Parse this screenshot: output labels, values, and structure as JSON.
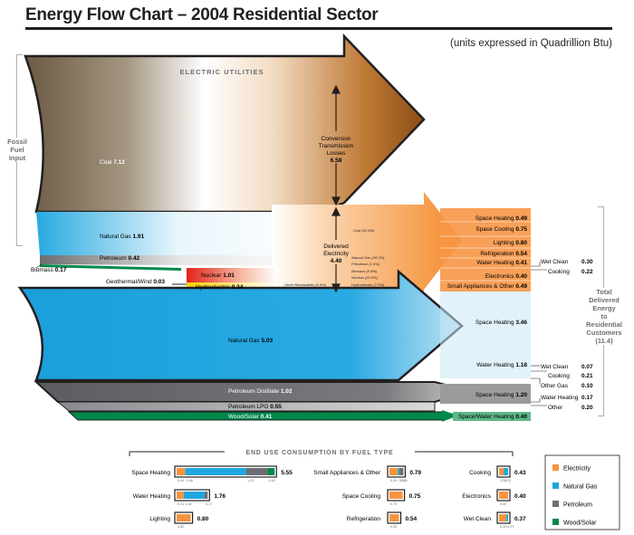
{
  "title": "Energy Flow Chart – 2004 Residential Sector",
  "units_note": "(units expressed in Quadrillion Btu)",
  "left_label": [
    "Fossil",
    "Fuel",
    "Input"
  ],
  "right_label": [
    "Total",
    "Delivered",
    "Energy",
    "to",
    "Residential",
    "Customers",
    "(11.4)"
  ],
  "electric_utilities": "ELECTRIC UTILITIES",
  "conversion": {
    "lines": [
      "Conversion",
      "Transmission",
      "Losses"
    ],
    "value": "6.58"
  },
  "delivered": {
    "lines": [
      "Delivered",
      "Electricity"
    ],
    "value": "4.40"
  },
  "inputs": {
    "coal": {
      "label": "Coal",
      "value": "7.12"
    },
    "natural_gas_util": {
      "label": "Natural Gas",
      "value": "1.91"
    },
    "petroleum_util": {
      "label": "Petroleum",
      "value": "0.42"
    },
    "biomass": {
      "label": "Biomass",
      "value": "0.17"
    },
    "geothermal": {
      "label": "Geothermal/Wind",
      "value": "0.03"
    },
    "nuclear": {
      "label": "Nuclear",
      "value": "1.01"
    },
    "hydro": {
      "label": "Hydroelectric",
      "value": "0.34"
    },
    "natural_gas": {
      "label": "Natural Gas",
      "value": "5.03"
    },
    "pet_distillate": {
      "label": "Petroleum Distillate",
      "value": "1.02"
    },
    "pet_lpg": {
      "label": "Petroleum LPG",
      "value": "0.55"
    },
    "wood_solar": {
      "label": "Wood/Solar",
      "value": "0.41"
    }
  },
  "shares": [
    "Coal (51.4%)",
    "Natural Gas (18.2%)",
    "Petroleum (1.5%)",
    "Biomass (0.8%)",
    "Nuclear (20.9%)",
    "Other Renewables (0.6%)",
    "Hydroelectric (7.0%)"
  ],
  "elec_uses": [
    {
      "label": "Space Heating",
      "value": "0.49"
    },
    {
      "label": "Space Cooling",
      "value": "0.75"
    },
    {
      "label": "Lighting",
      "value": "0.80"
    },
    {
      "label": "Refrigeration",
      "value": "0.54"
    },
    {
      "label": "Water Heating",
      "value": "0.41"
    },
    {
      "label": "Electronics",
      "value": "0.40"
    },
    {
      "label": "Small Appliances & Other",
      "value": "0.49"
    }
  ],
  "elec_side": [
    {
      "label": "Wet Clean",
      "value": "0.30"
    },
    {
      "label": "Cooking",
      "value": "0.22"
    }
  ],
  "gas_uses": [
    {
      "label": "Space Heating",
      "value": "3.46"
    },
    {
      "label": "Water Heating",
      "value": "1.18"
    }
  ],
  "gas_side": [
    {
      "label": "Wet Clean",
      "value": "0.07"
    },
    {
      "label": "Cooking",
      "value": "0.21"
    },
    {
      "label": "Other Gas",
      "value": "0.10"
    }
  ],
  "pet_uses": [
    {
      "label": "Space Heating",
      "value": "1.20"
    }
  ],
  "pet_side": [
    {
      "label": "Water Heating",
      "value": "0.17"
    },
    {
      "label": "Other",
      "value": "0.20"
    }
  ],
  "wood_use": {
    "label": "Space/Water Heating",
    "value": "0.40"
  },
  "end_use_title": "END USE CONSUMPTION BY FUEL TYPE",
  "end_use": [
    {
      "label": "Space Heating",
      "total": "5.55",
      "parts": [
        0.49,
        3.46,
        1.2,
        0.4
      ],
      "part_labels": [
        "0.49",
        "3.46",
        "1.20",
        "0.40"
      ]
    },
    {
      "label": "Water Heating",
      "total": "1.76",
      "parts": [
        0.41,
        1.18,
        0.17,
        0
      ],
      "part_labels": [
        "0.41",
        "1.18",
        "0.17"
      ]
    },
    {
      "label": "Lighting",
      "total": "0.80",
      "parts": [
        0.8,
        0,
        0,
        0
      ],
      "part_labels": [
        "0.80"
      ]
    },
    {
      "label": "Small Appliances & Other",
      "total": "0.79",
      "parts": [
        0.49,
        0.1,
        0.2,
        0
      ],
      "part_labels": [
        "0.49",
        "0.10",
        "0.20"
      ]
    },
    {
      "label": "Space Cooling",
      "total": "0.75",
      "parts": [
        0.75,
        0,
        0,
        0
      ],
      "part_labels": [
        "0.75"
      ]
    },
    {
      "label": "Refrigeration",
      "total": "0.54",
      "parts": [
        0.54,
        0,
        0,
        0
      ],
      "part_labels": [
        "0.54"
      ]
    },
    {
      "label": "Cooking",
      "total": "0.43",
      "parts": [
        0.22,
        0.21,
        0,
        0
      ],
      "part_labels": [
        "0.22",
        "0.21"
      ]
    },
    {
      "label": "Electronics",
      "total": "0.40",
      "parts": [
        0.4,
        0,
        0,
        0
      ],
      "part_labels": [
        "0.40"
      ]
    },
    {
      "label": "Wet Clean",
      "total": "0.37",
      "parts": [
        0.3,
        0.07,
        0,
        0
      ],
      "part_labels": [
        "0.30",
        "0.07"
      ]
    }
  ],
  "legend": [
    {
      "label": "Electricity",
      "color": "#f7943e"
    },
    {
      "label": "Natural Gas",
      "color": "#1fa7e0"
    },
    {
      "label": "Petroleum",
      "color": "#6d6e71"
    },
    {
      "label": "Wood/Solar",
      "color": "#00894b"
    }
  ]
}
